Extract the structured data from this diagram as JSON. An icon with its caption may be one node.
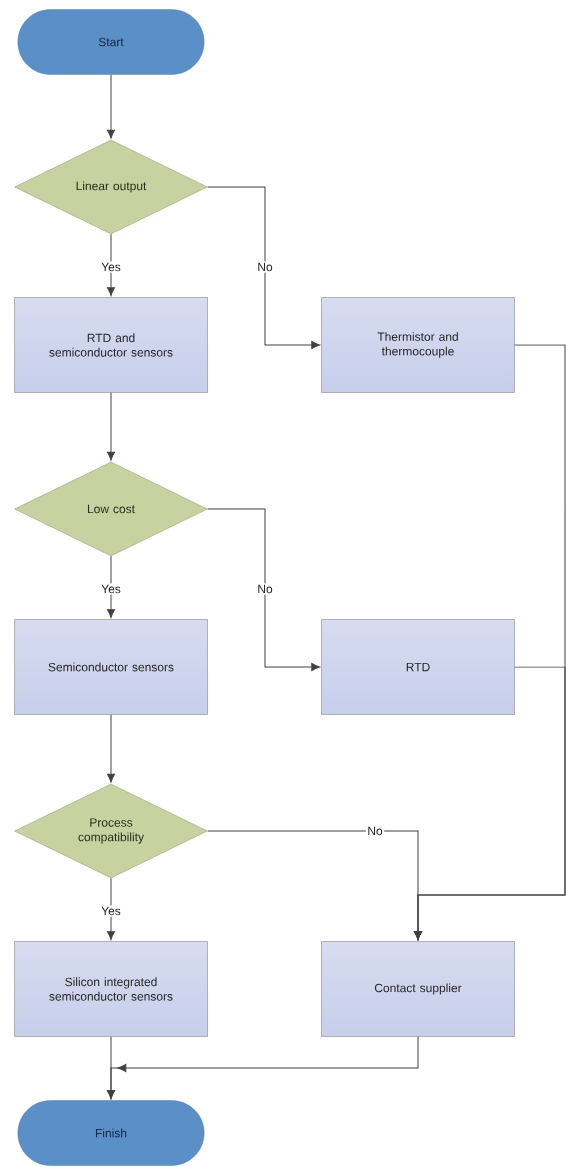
{
  "diagram": {
    "nodes": [
      {
        "text": [
          "Start"
        ]
      },
      {
        "text": [
          "Linear output"
        ]
      },
      {
        "text": [
          "RTD and semiconductor sensors"
        ]
      },
      {
        "text": [
          "Thermistor and thermocouple"
        ]
      },
      {
        "text": [
          "Low cost"
        ]
      },
      {
        "text": [
          "Semiconductor sensors"
        ]
      },
      {
        "text": [
          "RTD"
        ]
      },
      {
        "text": [
          "Process compatibility"
        ]
      },
      {
        "text": [
          "Silicon integrated semiconductor sensors"
        ]
      },
      {
        "text": [
          "Contact supplier"
        ]
      },
      {
        "text": [
          "Finish"
        ]
      }
    ],
    "edges": [
      {
        "from": 0,
        "to": 1,
        "arrow": "to"
      },
      {
        "from": 1,
        "to": 2,
        "arrow": "to",
        "label": "Yes"
      },
      {
        "from": 1,
        "to": 3,
        "arrow": "to",
        "label": "No"
      },
      {
        "from": 2,
        "to": 4,
        "arrow": "to"
      },
      {
        "from": 4,
        "to": 5,
        "arrow": "to",
        "label": "Yes"
      },
      {
        "from": 4,
        "to": 6,
        "arrow": "to",
        "label": "No"
      },
      {
        "from": 5,
        "to": 7,
        "arrow": "to"
      },
      {
        "from": 7,
        "to": 8,
        "arrow": "to",
        "label": "Yes"
      },
      {
        "from": 7,
        "to": 9,
        "arrow": "to",
        "label": "No"
      },
      {
        "from": 3,
        "to": 9,
        "arrow": "to"
      },
      {
        "from": 6,
        "to": 9,
        "arrow": "to"
      },
      {
        "from": 8,
        "to": 10,
        "arrow": "to"
      },
      {
        "from": 9,
        "to": 10,
        "arrow": "to"
      }
    ]
  }
}
